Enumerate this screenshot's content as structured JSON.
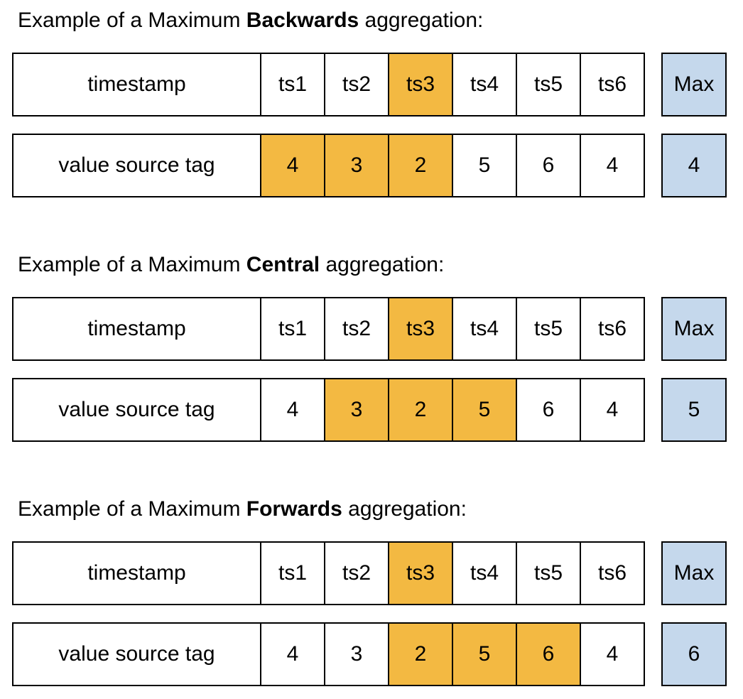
{
  "palette": {
    "highlight": "#F3B942",
    "result": "#C5D8EC",
    "border": "#000000",
    "background": "#FFFFFF"
  },
  "sections": [
    {
      "title_prefix": "Example of a Maximum ",
      "title_bold": "Backwards",
      "title_suffix": " aggregation:",
      "timestamp_label": "timestamp",
      "timestamps": [
        {
          "label": "ts1",
          "highlighted": false
        },
        {
          "label": "ts2",
          "highlighted": false
        },
        {
          "label": "ts3",
          "highlighted": true
        },
        {
          "label": "ts4",
          "highlighted": false
        },
        {
          "label": "ts5",
          "highlighted": false
        },
        {
          "label": "ts6",
          "highlighted": false
        }
      ],
      "max_label": "Max",
      "value_label": "value source tag",
      "values": [
        {
          "value": "4",
          "highlighted": true
        },
        {
          "value": "3",
          "highlighted": true
        },
        {
          "value": "2",
          "highlighted": true
        },
        {
          "value": "5",
          "highlighted": false
        },
        {
          "value": "6",
          "highlighted": false
        },
        {
          "value": "4",
          "highlighted": false
        }
      ],
      "result": "4"
    },
    {
      "title_prefix": "Example of a Maximum ",
      "title_bold": "Central",
      "title_suffix": " aggregation:",
      "timestamp_label": "timestamp",
      "timestamps": [
        {
          "label": "ts1",
          "highlighted": false
        },
        {
          "label": "ts2",
          "highlighted": false
        },
        {
          "label": "ts3",
          "highlighted": true
        },
        {
          "label": "ts4",
          "highlighted": false
        },
        {
          "label": "ts5",
          "highlighted": false
        },
        {
          "label": "ts6",
          "highlighted": false
        }
      ],
      "max_label": "Max",
      "value_label": "value source tag",
      "values": [
        {
          "value": "4",
          "highlighted": false
        },
        {
          "value": "3",
          "highlighted": true
        },
        {
          "value": "2",
          "highlighted": true
        },
        {
          "value": "5",
          "highlighted": true
        },
        {
          "value": "6",
          "highlighted": false
        },
        {
          "value": "4",
          "highlighted": false
        }
      ],
      "result": "5"
    },
    {
      "title_prefix": "Example of a Maximum ",
      "title_bold": "Forwards",
      "title_suffix": " aggregation:",
      "timestamp_label": "timestamp",
      "timestamps": [
        {
          "label": "ts1",
          "highlighted": false
        },
        {
          "label": "ts2",
          "highlighted": false
        },
        {
          "label": "ts3",
          "highlighted": true
        },
        {
          "label": "ts4",
          "highlighted": false
        },
        {
          "label": "ts5",
          "highlighted": false
        },
        {
          "label": "ts6",
          "highlighted": false
        }
      ],
      "max_label": "Max",
      "value_label": "value source tag",
      "values": [
        {
          "value": "4",
          "highlighted": false
        },
        {
          "value": "3",
          "highlighted": false
        },
        {
          "value": "2",
          "highlighted": true
        },
        {
          "value": "5",
          "highlighted": true
        },
        {
          "value": "6",
          "highlighted": true
        },
        {
          "value": "4",
          "highlighted": false
        }
      ],
      "result": "6"
    }
  ]
}
